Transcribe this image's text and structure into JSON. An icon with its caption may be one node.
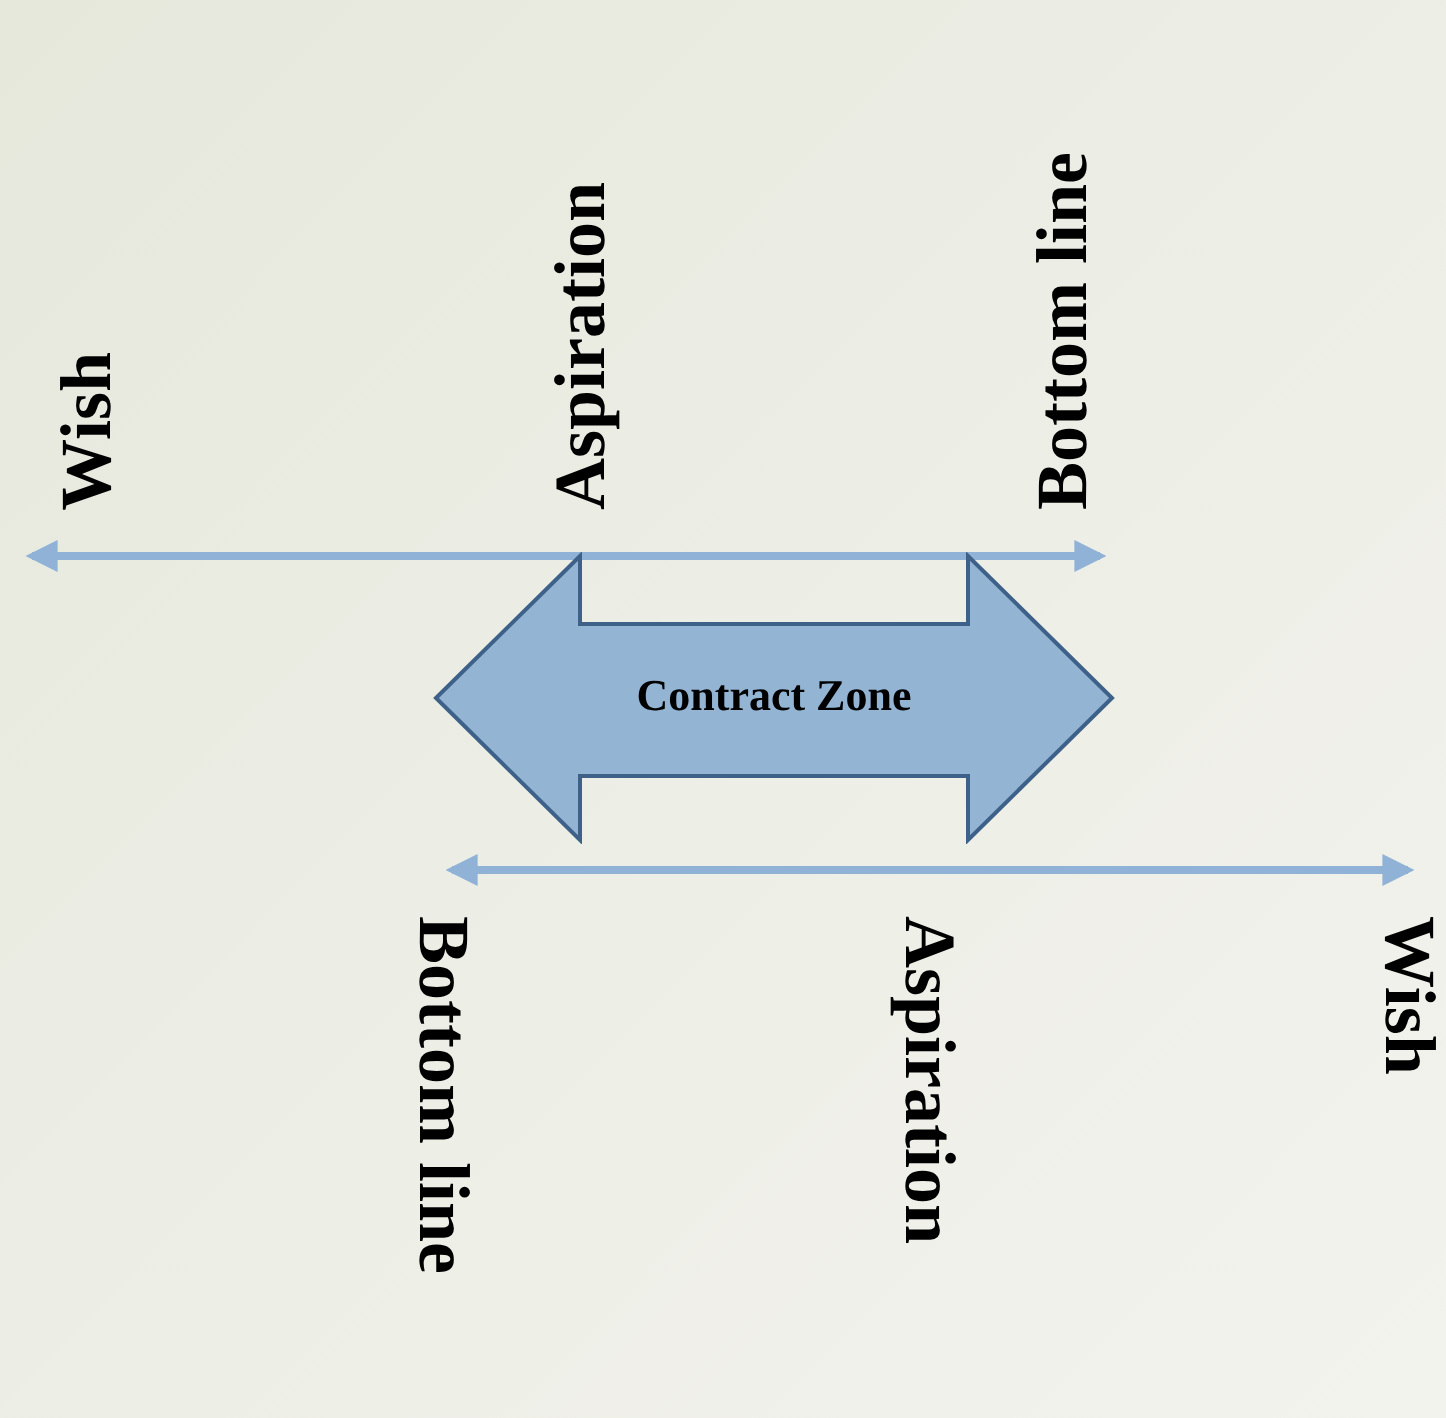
{
  "diagram": {
    "nodes": [
      {
        "text": [
          "Contract Zone"
        ]
      }
    ],
    "labels": [
      "Wish",
      "Aspiration",
      "Bottom line",
      "Bottom line",
      "Aspiration",
      "Wish"
    ]
  }
}
